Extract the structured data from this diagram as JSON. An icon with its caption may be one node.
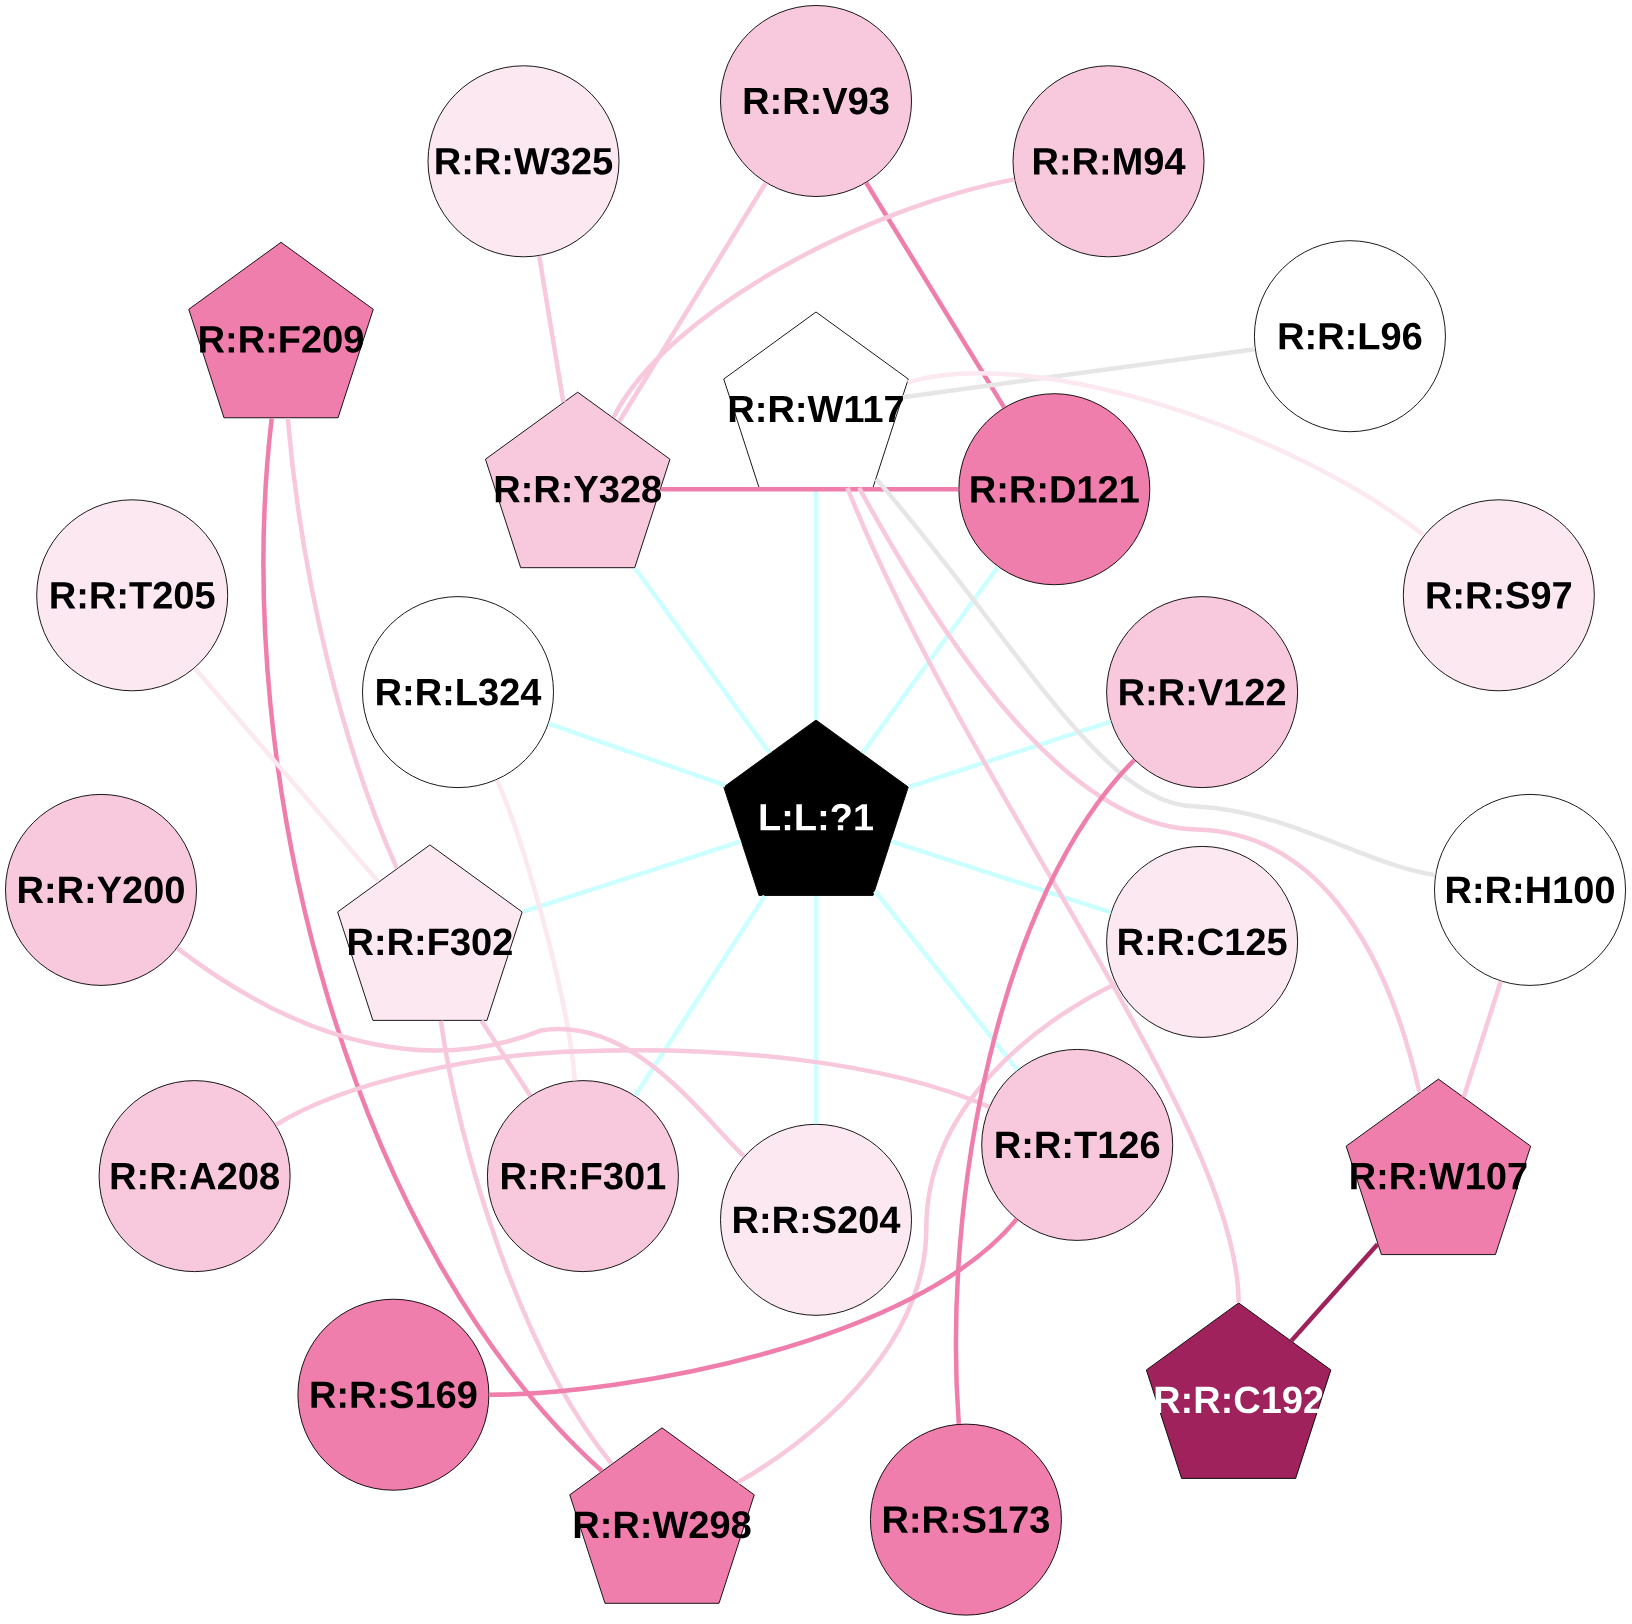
{
  "diagram": {
    "nodes": [
      {
        "text": [
          "L:L:?1"
        ]
      },
      {
        "text": [
          "R:R:V93"
        ]
      },
      {
        "text": [
          "R:R:W325"
        ]
      },
      {
        "text": [
          "R:R:M94"
        ]
      },
      {
        "text": [
          "R:R:F209"
        ]
      },
      {
        "text": [
          "R:R:L96"
        ]
      },
      {
        "text": [
          "R:R:W117"
        ]
      },
      {
        "text": [
          "R:R:Y328"
        ]
      },
      {
        "text": [
          "R:R:D121"
        ]
      },
      {
        "text": [
          "R:R:T205"
        ]
      },
      {
        "text": [
          "R:R:S97"
        ]
      },
      {
        "text": [
          "R:R:L324"
        ]
      },
      {
        "text": [
          "R:R:V122"
        ]
      },
      {
        "text": [
          "R:R:Y200"
        ]
      },
      {
        "text": [
          "R:R:F302"
        ]
      },
      {
        "text": [
          "R:R:H100"
        ]
      },
      {
        "text": [
          "R:R:C125"
        ]
      },
      {
        "text": [
          "R:R:A208"
        ]
      },
      {
        "text": [
          "R:R:F301"
        ]
      },
      {
        "text": [
          "R:R:S204"
        ]
      },
      {
        "text": [
          "R:R:T126"
        ]
      },
      {
        "text": [
          "R:R:W107"
        ]
      },
      {
        "text": [
          "R:R:S169"
        ]
      },
      {
        "text": [
          "R:R:C192"
        ]
      },
      {
        "text": [
          "R:R:W298"
        ]
      },
      {
        "text": [
          "R:R:S173"
        ]
      }
    ],
    "edges": [
      {
        "from": 7,
        "to": 0,
        "arrow": "none",
        "color": "#ccffff"
      },
      {
        "from": 6,
        "to": 0,
        "arrow": "none",
        "color": "#ccffff"
      },
      {
        "from": 8,
        "to": 0,
        "arrow": "none",
        "color": "#ccffff"
      },
      {
        "from": 11,
        "to": 0,
        "arrow": "none",
        "color": "#ccffff"
      },
      {
        "from": 12,
        "to": 0,
        "arrow": "none",
        "color": "#ccffff"
      },
      {
        "from": 14,
        "to": 0,
        "arrow": "none",
        "color": "#ccffff"
      },
      {
        "from": 16,
        "to": 0,
        "arrow": "none",
        "color": "#ccffff"
      },
      {
        "from": 18,
        "to": 0,
        "arrow": "none",
        "color": "#ccffff"
      },
      {
        "from": 19,
        "to": 0,
        "arrow": "none",
        "color": "#ccffff"
      },
      {
        "from": 20,
        "to": 0,
        "arrow": "none",
        "color": "#ccffff"
      },
      {
        "from": 1,
        "to": 8,
        "arrow": "none",
        "color": "#f07eac"
      },
      {
        "from": 7,
        "to": 8,
        "arrow": "none",
        "color": "#f07eac"
      },
      {
        "from": 2,
        "to": 7,
        "arrow": "none"
      },
      {
        "from": 1,
        "to": 7,
        "arrow": "none"
      },
      {
        "from": 3,
        "to": 7,
        "arrow": "none"
      },
      {
        "from": 6,
        "to": 5,
        "arrow": "none",
        "color": "#e6e6e6"
      },
      {
        "from": 6,
        "to": 10,
        "arrow": "none",
        "color": "#fbe8f1"
      },
      {
        "from": 6,
        "to": 15,
        "arrow": "none",
        "color": "#e6e6e6"
      },
      {
        "from": 6,
        "to": 21,
        "arrow": "none"
      },
      {
        "from": 6,
        "to": 23,
        "arrow": "none"
      },
      {
        "from": 4,
        "to": 14,
        "arrow": "none"
      },
      {
        "from": 4,
        "to": 24,
        "arrow": "none",
        "color": "#f07eac"
      },
      {
        "from": 9,
        "to": 14,
        "arrow": "none",
        "color": "#fbe8f1"
      },
      {
        "from": 11,
        "to": 18,
        "arrow": "none",
        "color": "#fbe8f1"
      },
      {
        "from": 14,
        "to": 24,
        "arrow": "none"
      },
      {
        "from": 14,
        "to": 18,
        "arrow": "none"
      },
      {
        "from": 13,
        "to": 19,
        "arrow": "none"
      },
      {
        "from": 17,
        "to": 20,
        "arrow": "none"
      },
      {
        "from": 16,
        "to": 24,
        "arrow": "none"
      },
      {
        "from": 12,
        "to": 25,
        "arrow": "none",
        "color": "#f07eac"
      },
      {
        "from": 20,
        "to": 22,
        "arrow": "none",
        "color": "#f07eac"
      },
      {
        "from": 15,
        "to": 21,
        "arrow": "none"
      },
      {
        "from": 21,
        "to": 23,
        "arrow": "none",
        "color": "#a0225c"
      }
    ]
  }
}
